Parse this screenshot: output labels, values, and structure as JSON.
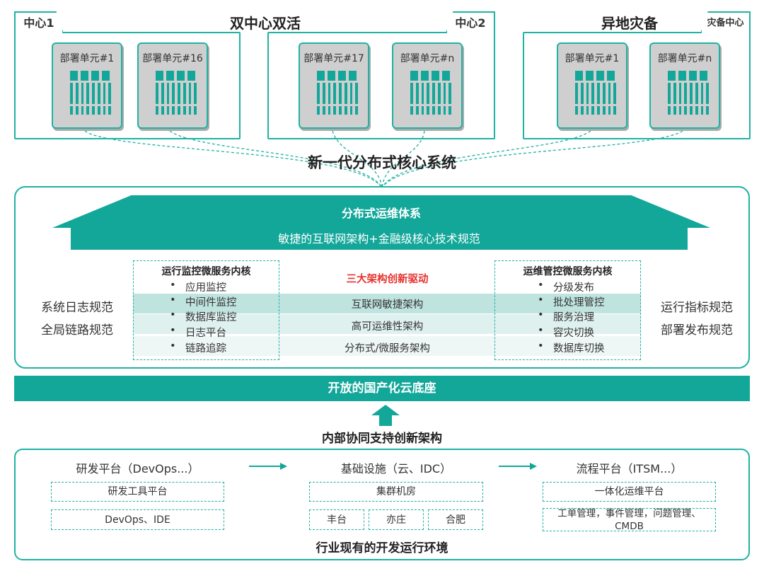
{
  "centers": {
    "center1_tab": "中心1",
    "center2_tab": "中心2",
    "disaster_tab": "灾备中心",
    "dual_active_title": "双中心双活",
    "disaster_title": "异地灾备",
    "units": [
      "部署单元#1",
      "部署单元#16",
      "部署单元#17",
      "部署单元#n",
      "部署单元#1",
      "部署单元#n"
    ]
  },
  "core_title": "新一代分布式核心系统",
  "ops": {
    "roof_title": "分布式运维体系",
    "beam_text": "敏捷的互联网架构+金融级核心技术规范",
    "left_msvc_title": "运行监控微服务内核",
    "left_items": [
      "应用监控",
      "中间件监控",
      "数据库监控",
      "日志平台",
      "链路追踪"
    ],
    "center_title": "三大架构创新驱动",
    "center_items": [
      "互联网敏捷架构",
      "高可运维性架构",
      "分布式/微服务架构"
    ],
    "right_msvc_title": "运维管控微服务内核",
    "right_items": [
      "分级发布",
      "批处理管控",
      "服务治理",
      "容灾切换",
      "数据库切换"
    ],
    "left_side": [
      "系统日志规范",
      "全局链路规范"
    ],
    "right_side": [
      "运行指标规范",
      "部署发布规范"
    ]
  },
  "cloud_base": "开放的国产化云底座",
  "inner_title": "内部协同支持创新架构",
  "env": {
    "col1_head": "研发平台（DevOps...）",
    "col2_head": "基础设施（云、IDC）",
    "col3_head": "流程平台（ITSM...）",
    "col1_boxes": [
      "研发工具平台",
      "DevOps、IDE"
    ],
    "col2_box": "集群机房",
    "col2_sites": [
      "丰台",
      "亦庄",
      "合肥"
    ],
    "col3_boxes": [
      "一体化运维平台",
      "工单管理，事件管理，问题管理、CMDB"
    ],
    "footer": "行业现有的开发运行环境"
  },
  "colors": {
    "teal": "#13a79a",
    "border": "#20b2a3",
    "red": "#e6322d"
  }
}
